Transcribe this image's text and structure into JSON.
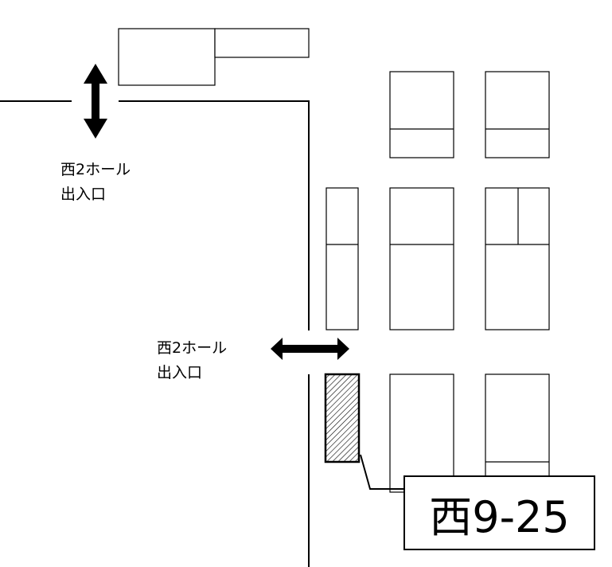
{
  "map": {
    "entrance_top": {
      "line1": "西2ホール",
      "line2": "出入口"
    },
    "entrance_middle": {
      "line1": "西2ホール",
      "line2": "出入口"
    },
    "booth": {
      "label": "西9-25"
    }
  }
}
